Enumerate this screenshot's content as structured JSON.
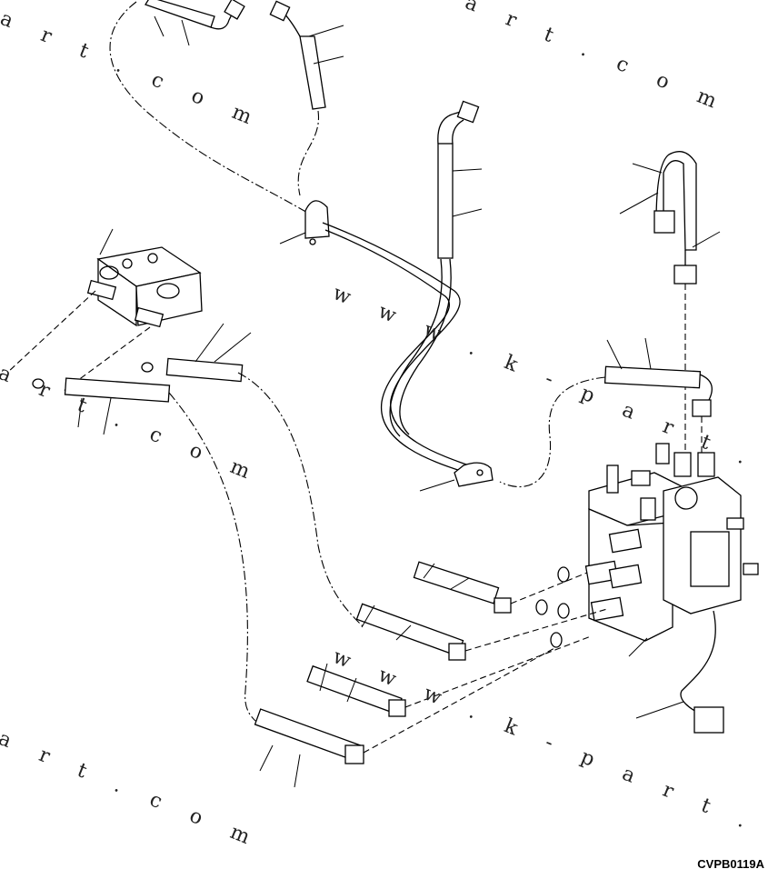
{
  "watermarks": [
    "a r t . c o m",
    "p a r t . c o m",
    "w w w . k - p a r t . c o m",
    "a r t . c o m",
    "w w w . k - p a r t . c o m",
    "a r t . c o m"
  ],
  "drawing_code": "CVPB0119A"
}
